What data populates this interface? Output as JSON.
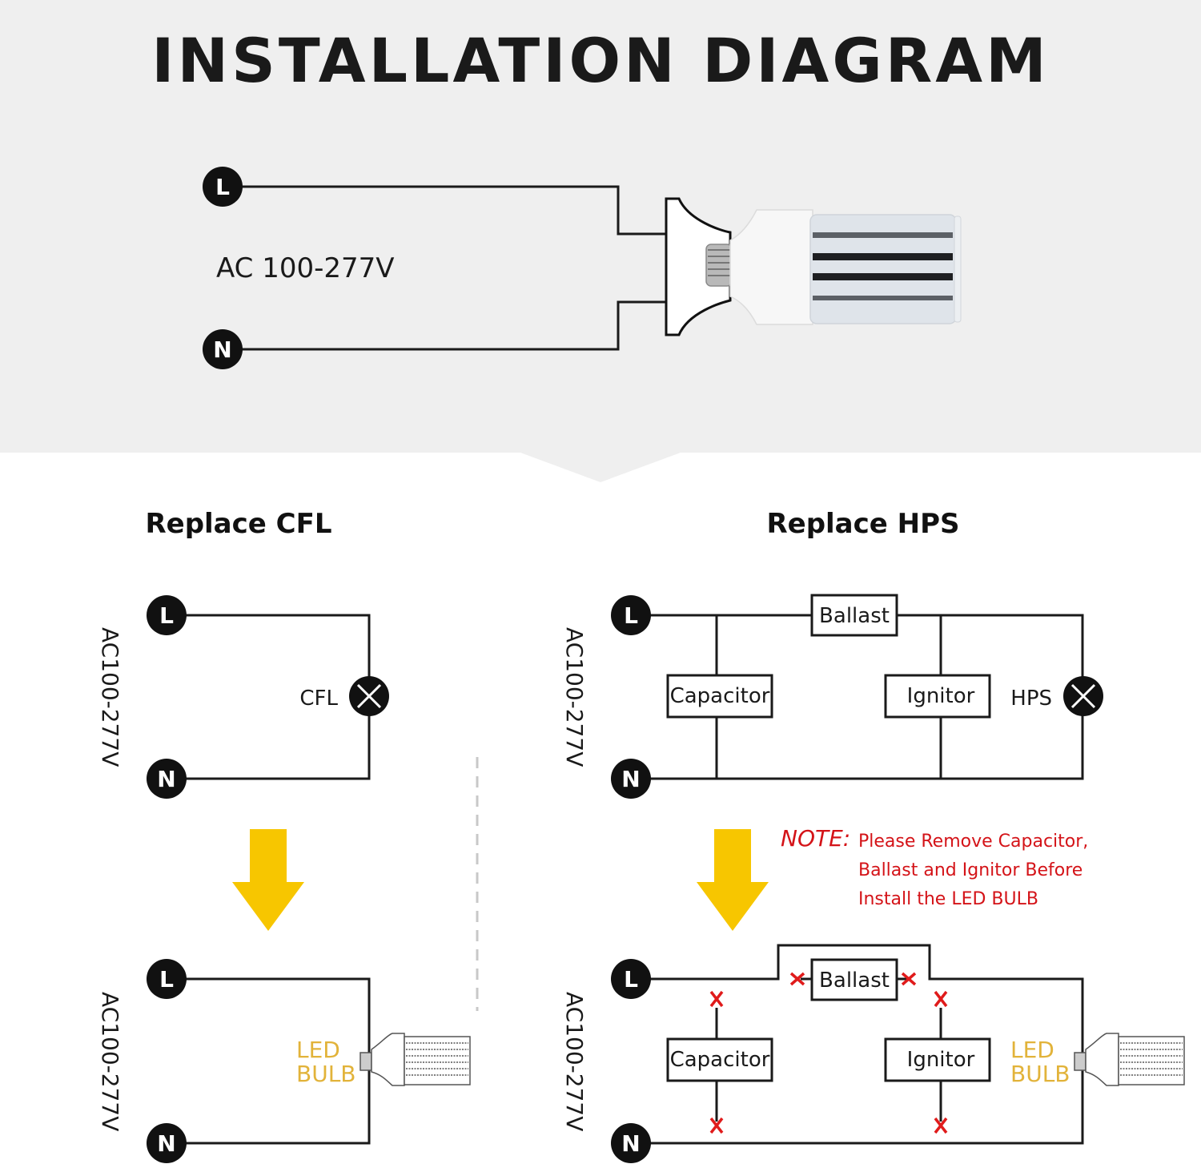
{
  "title": "INSTALLATION DIAGRAM",
  "top_diagram": {
    "terminal_live": "L",
    "terminal_neutral": "N",
    "voltage_label": "AC 100-277V"
  },
  "cfl_panel": {
    "heading": "Replace CFL",
    "voltage_label": "AC100-277V",
    "before": {
      "terminal_live": "L",
      "terminal_neutral": "N",
      "lamp_label": "CFL"
    },
    "after": {
      "terminal_live": "L",
      "terminal_neutral": "N",
      "lamp_label_line1": "LED",
      "lamp_label_line2": "BULB"
    }
  },
  "hps_panel": {
    "heading": "Replace HPS",
    "voltage_label": "AC100-277V",
    "before": {
      "terminal_live": "L",
      "terminal_neutral": "N",
      "ballast_label": "Ballast",
      "capacitor_label": "Capacitor",
      "ignitor_label": "Ignitor",
      "lamp_label": "HPS"
    },
    "note": {
      "heading": "NOTE:",
      "lines": [
        "Please Remove Capacitor,",
        "Ballast and Ignitor Before",
        "Install the LED BULB"
      ]
    },
    "after": {
      "terminal_live": "L",
      "terminal_neutral": "N",
      "ballast_label": "Ballast",
      "capacitor_label": "Capacitor",
      "ignitor_label": "Ignitor",
      "lamp_label_line1": "LED",
      "lamp_label_line2": "BULB"
    }
  },
  "colors": {
    "top_background": "#efefef",
    "arrow": "#f7c600",
    "note_red": "#d41318",
    "led_label": "#e2b33a",
    "remove_mark": "#e01b1b"
  }
}
